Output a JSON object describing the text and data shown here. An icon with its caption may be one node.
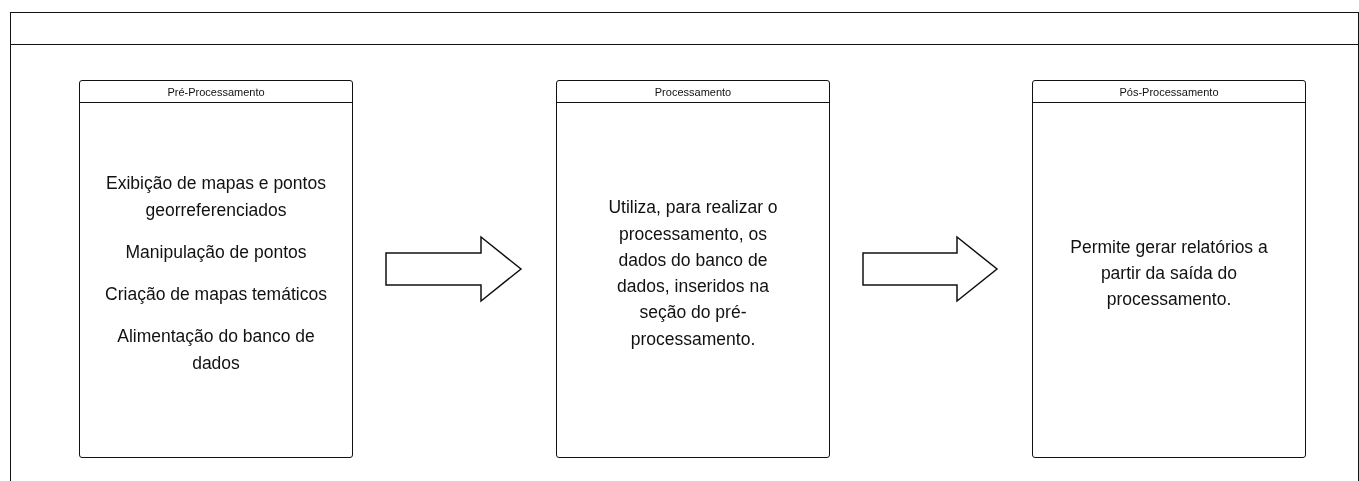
{
  "diagram": {
    "nodes": [
      {
        "text": [],
        "shape": "box"
      },
      {
        "text": [
          "Pré-Processamento",
          "Exibição de mapas e pontos georreferenciados",
          "Manipulação de pontos",
          "Criação de mapas temáticos",
          "Alimentação do banco de dados"
        ],
        "in": 0
      },
      {
        "text": [
          "Processamento",
          "Utiliza, para realizar o processamento, os dados do banco de dados, inseridos na seção do pré-processamento."
        ],
        "in": 0
      },
      {
        "text": [
          "Pós-Processamento",
          "Permite gerar relatórios a partir da saída do processamento."
        ],
        "in": 0
      }
    ],
    "edges": [
      {
        "from": 1,
        "to": 2,
        "arrow": "to"
      },
      {
        "from": 2,
        "to": 3,
        "arrow": "to"
      }
    ]
  }
}
